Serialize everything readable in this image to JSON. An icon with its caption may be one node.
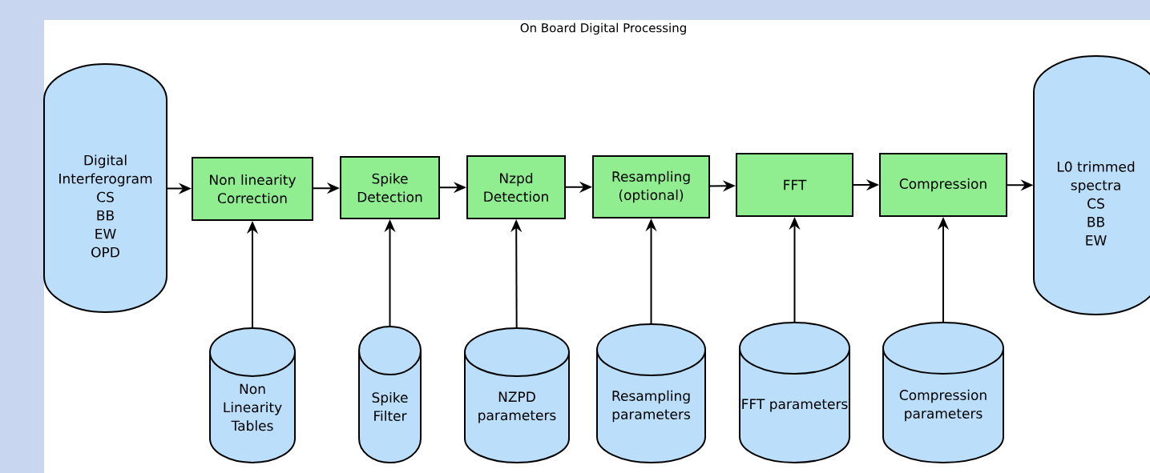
{
  "diagram": {
    "title": "On Board Digital Processing",
    "nodes": [
      {
        "text": [
          "Digital Interferogram",
          "CS",
          "BB",
          "EW",
          "OPD"
        ]
      },
      {
        "text": [
          "Non linearity Correction"
        ]
      },
      {
        "text": [
          "Spike Detection"
        ]
      },
      {
        "text": [
          "Nzpd Detection"
        ]
      },
      {
        "text": [
          "Resampling (optional)"
        ]
      },
      {
        "text": [
          "FFT"
        ]
      },
      {
        "text": [
          "Compression"
        ]
      },
      {
        "text": [
          "L0 trimmed spectra",
          "CS",
          "BB",
          "EW"
        ]
      },
      {
        "text": [
          "Non Linearity Tables"
        ]
      },
      {
        "text": [
          "Spike Filter"
        ]
      },
      {
        "text": [
          "NZPD parameters"
        ]
      },
      {
        "text": [
          "Resampling parameters"
        ]
      },
      {
        "text": [
          "FFT parameters"
        ]
      },
      {
        "text": [
          "Compression parameters"
        ]
      }
    ],
    "edges": [
      {
        "from": 0,
        "to": 1,
        "arrow": "to"
      },
      {
        "from": 1,
        "to": 2,
        "arrow": "to"
      },
      {
        "from": 2,
        "to": 3,
        "arrow": "to"
      },
      {
        "from": 3,
        "to": 4,
        "arrow": "to"
      },
      {
        "from": 4,
        "to": 5,
        "arrow": "to"
      },
      {
        "from": 5,
        "to": 6,
        "arrow": "to"
      },
      {
        "from": 6,
        "to": 7,
        "arrow": "to"
      },
      {
        "from": 8,
        "to": 1,
        "arrow": "to"
      },
      {
        "from": 9,
        "to": 2,
        "arrow": "to"
      },
      {
        "from": 10,
        "to": 3,
        "arrow": "to"
      },
      {
        "from": 11,
        "to": 4,
        "arrow": "to"
      },
      {
        "from": 12,
        "to": 5,
        "arrow": "to"
      },
      {
        "from": 13,
        "to": 6,
        "arrow": "to"
      }
    ]
  }
}
